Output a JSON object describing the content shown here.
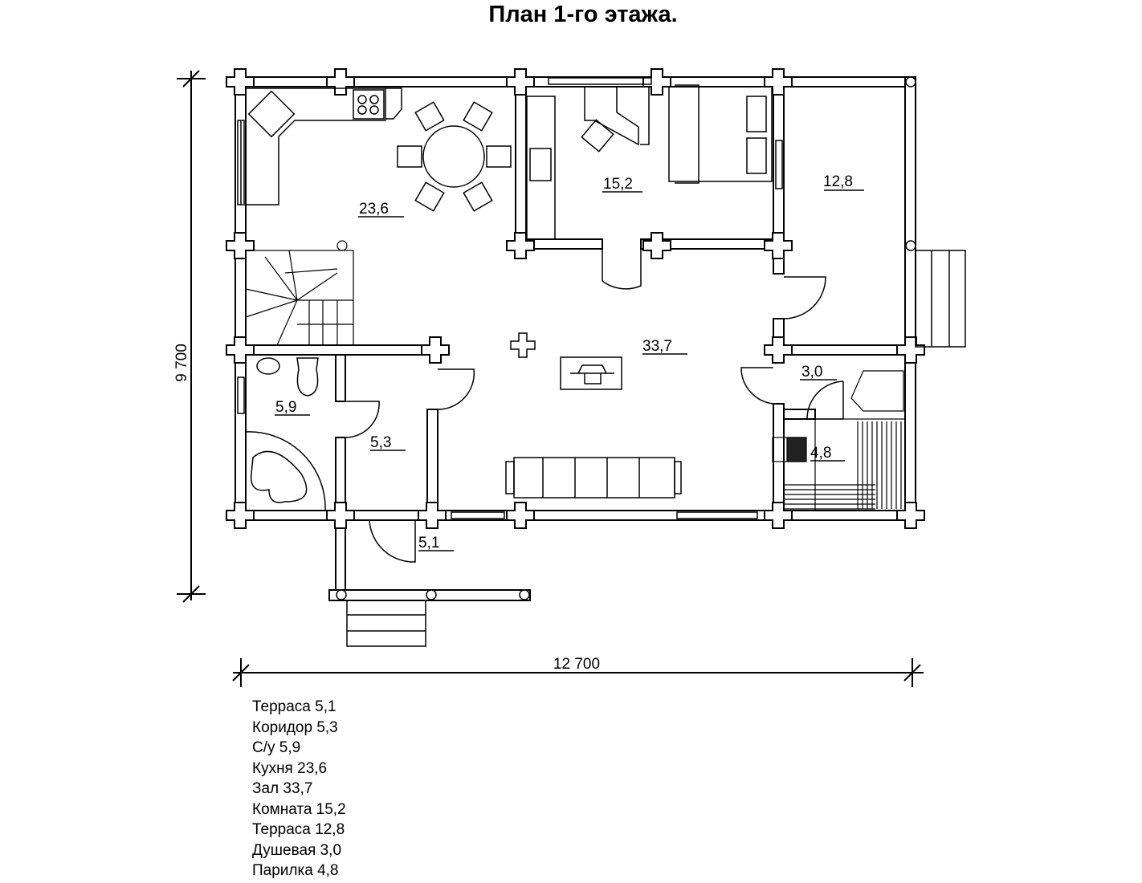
{
  "title": "План 1-го этажа.",
  "dimensions": {
    "height": "9 700",
    "width": "12 700"
  },
  "rooms": [
    {
      "name": "kitchen",
      "area": "23,6"
    },
    {
      "name": "room",
      "area": "15,2"
    },
    {
      "name": "terrace-right",
      "area": "12,8"
    },
    {
      "name": "hall",
      "area": "33,7"
    },
    {
      "name": "shower",
      "area": "3,0"
    },
    {
      "name": "sauna",
      "area": "4,8"
    },
    {
      "name": "wc",
      "area": "5,9"
    },
    {
      "name": "corridor",
      "area": "5,3"
    },
    {
      "name": "terrace-entry",
      "area": "5,1"
    }
  ],
  "legend": [
    "Терраса 5,1",
    "Коридор 5,3",
    "С/у 5,9",
    "Кухня 23,6",
    "Зал 33,7",
    "Комната 15,2",
    "Терраса  12,8",
    "Душевая 3,0",
    "Парилка 4,8"
  ]
}
